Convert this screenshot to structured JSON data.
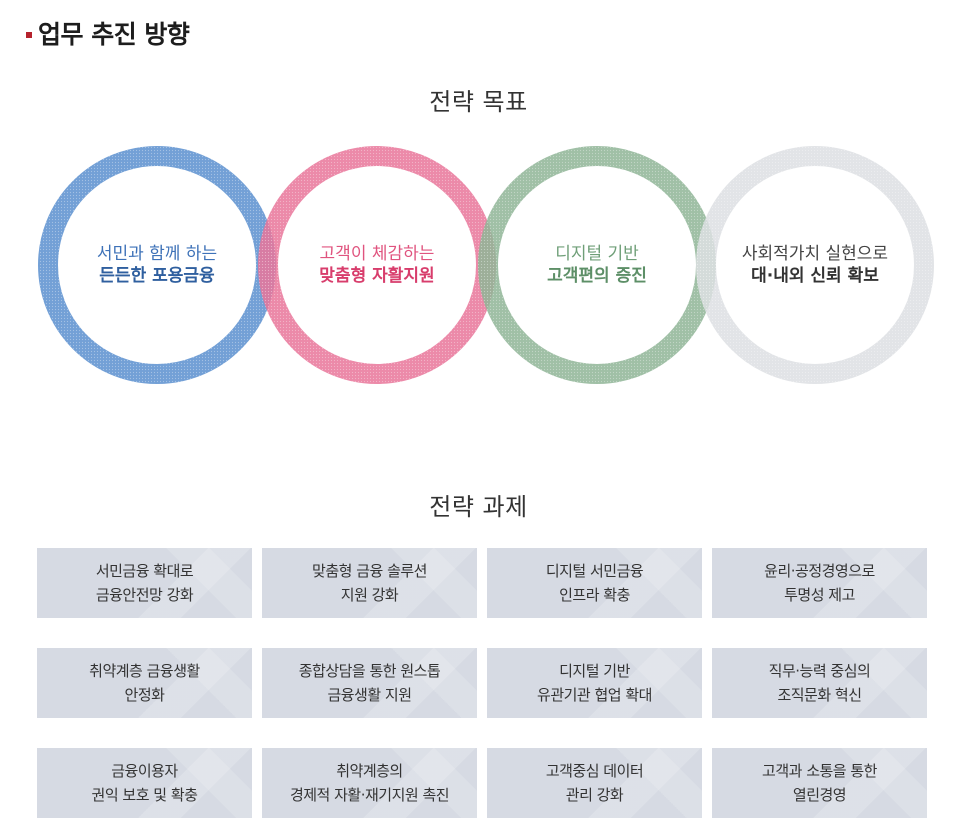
{
  "section": {
    "title": "업무 추진 방향"
  },
  "goals": {
    "heading": "전략 목표",
    "circles": [
      {
        "line1": "서민과 함께 하는",
        "line2": "든든한 포용금융",
        "color": "#5b8fcf",
        "text_color": "#3e72b8",
        "bold_color": "#2f5f9f"
      },
      {
        "line1": "고객이 체감하는",
        "line2": "맞춤형 자활지원",
        "color": "#e9759a",
        "text_color": "#e0547f",
        "bold_color": "#d83d6c"
      },
      {
        "line1": "디지털 기반",
        "line2": "고객편의 증진",
        "color": "#8fb596",
        "text_color": "#6f9f78",
        "bold_color": "#5d8f67"
      },
      {
        "line1": "사회적가치 실현으로",
        "line2": "대·내외 신뢰 확보",
        "color": "#dddfe3",
        "text_color": "#444444",
        "bold_color": "#333333"
      }
    ]
  },
  "tasks": {
    "heading": "전략 과제",
    "items": [
      {
        "line1": "서민금융 확대로",
        "line2": "금융안전망 강화"
      },
      {
        "line1": "맞춤형 금융 솔루션",
        "line2": "지원 강화"
      },
      {
        "line1": "디지털 서민금융",
        "line2": "인프라 확충"
      },
      {
        "line1": "윤리·공정경영으로",
        "line2": "투명성 제고"
      },
      {
        "line1": "취약계층 금융생활",
        "line2": "안정화"
      },
      {
        "line1": "종합상담을 통한 원스톱",
        "line2": "금융생활 지원"
      },
      {
        "line1": "디지털 기반",
        "line2": "유관기관 협업 확대"
      },
      {
        "line1": "직무·능력 중심의",
        "line2": "조직문화 혁신"
      },
      {
        "line1": "금융이용자",
        "line2": "권익 보호 및 확충"
      },
      {
        "line1": "취약계층의",
        "line2": "경제적 자활·재기지원 촉진"
      },
      {
        "line1": "고객중심 데이터",
        "line2": "관리 강화"
      },
      {
        "line1": "고객과 소통을 통한",
        "line2": "열린경영"
      }
    ]
  }
}
